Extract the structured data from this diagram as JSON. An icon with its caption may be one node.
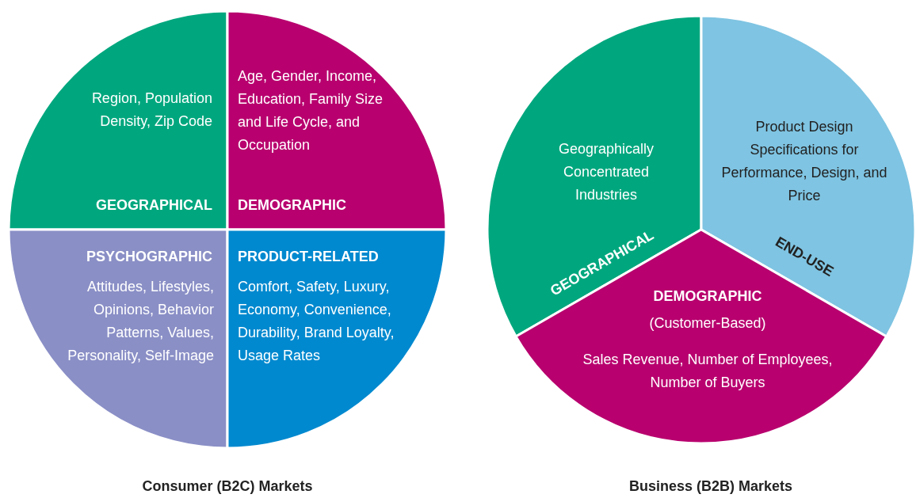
{
  "diagram": {
    "nodes": [
      {
        "text": [
          "Region, Population Density, Zip Code",
          "GEOGRAPHICAL"
        ]
      },
      {
        "text": [
          "Age, Gender, Income, Education, Family Size and Life Cycle, and Occupation",
          "DEMOGRAPHIC"
        ]
      },
      {
        "text": [
          "PSYCHOGRAPHIC",
          "Attitudes, Lifestyles, Opinions, Behavior Patterns, Values, Personality, Self-Image"
        ]
      },
      {
        "text": [
          "PRODUCT-RELATED",
          "Comfort, Safety, Luxury, Economy, Convenience, Durability, Brand Loyalty, Usage Rates"
        ]
      },
      {
        "text": [
          "Geographically Concentrated Industries",
          "GEOGRAPHICAL"
        ]
      },
      {
        "text": [
          "Product Design Specifications for Performance, Design, and Price",
          "END-USE"
        ]
      },
      {
        "text": [
          "DEMOGRAPHIC",
          "(Customer-Based)",
          "Sales Revenue, Number of Employees, Number of Buyers"
        ]
      }
    ],
    "edges": [],
    "labels": [
      "Consumer (B2C) Markets",
      "Business (B2B) Markets"
    ]
  }
}
